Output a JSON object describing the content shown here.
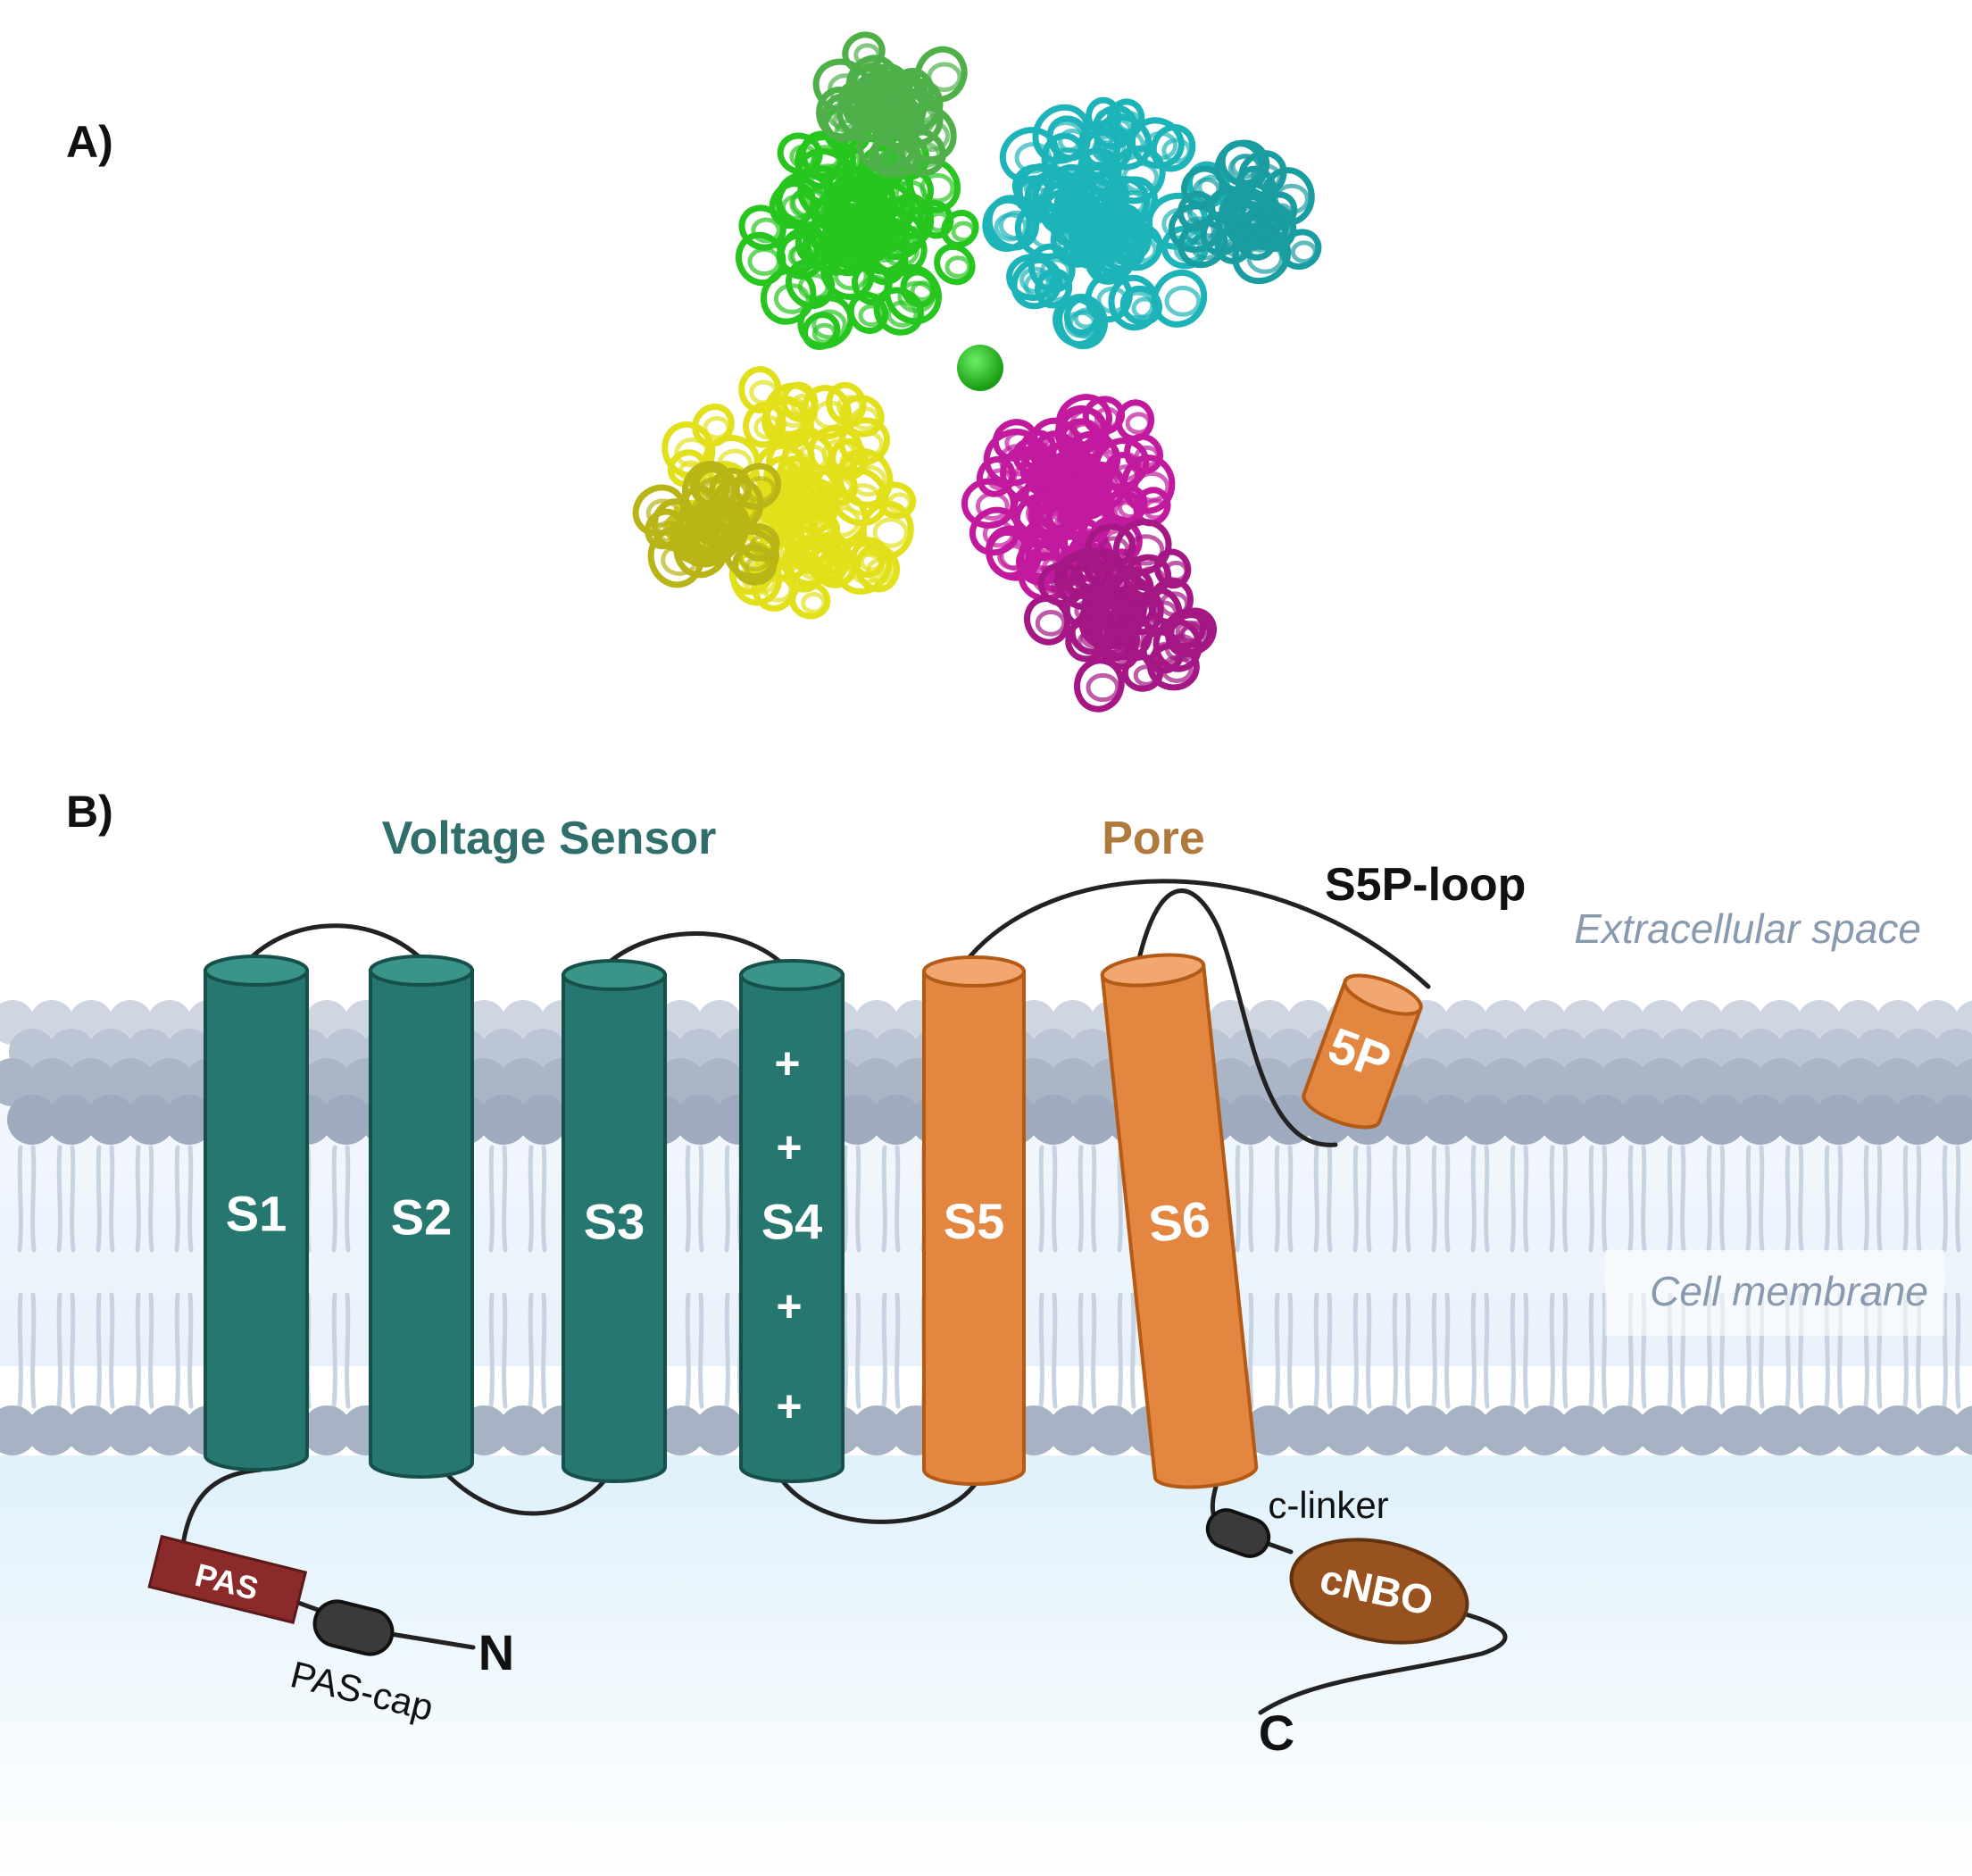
{
  "panel_a": {
    "label": "A)"
  },
  "panel_b": {
    "label": "B)"
  },
  "headings": {
    "voltage_sensor": "Voltage Sensor",
    "pore": "Pore",
    "s5p_loop": "S5P-loop"
  },
  "regions": {
    "extracellular": "Extracellular space",
    "membrane": "Cell membrane"
  },
  "segments": {
    "s1": "S1",
    "s2": "S2",
    "s3": "S3",
    "s4": "S4",
    "s5": "S5",
    "s6": "S6",
    "p5": "5P"
  },
  "s4_charges": [
    "+",
    "+",
    "+",
    "+"
  ],
  "domains": {
    "pas": "PAS",
    "pas_cap": "PAS-cap",
    "c_linker": "c-linker",
    "cnbo": "cNBO"
  },
  "termini": {
    "n": "N",
    "c": "C"
  },
  "colors": {
    "voltage_sensor": "#25776f",
    "voltage_sensor_top": "#3a9488",
    "pore": "#e38640",
    "pore_top": "#f2a670",
    "pas": "#8b2a2a",
    "cnbo": "#97521f",
    "cap": "#3a3a3a",
    "lipid_head": "#a7b3c5",
    "extracellular_text": "#8a9aae",
    "heading_vs": "#2f6e6a",
    "heading_pore": "#b07a3c",
    "protein_green": "#27c61f",
    "protein_cyan": "#1cb4b8",
    "protein_yellow": "#e2e01a",
    "protein_magenta": "#c21a9e"
  }
}
